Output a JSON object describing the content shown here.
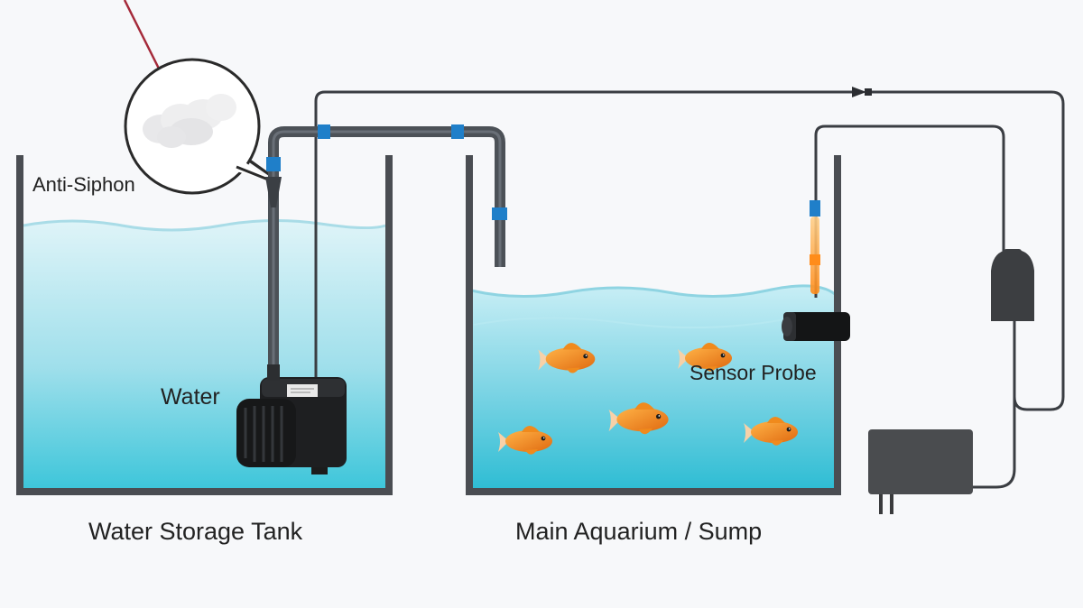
{
  "labels": {
    "storage_tank": "Water Storage Tank",
    "main_aquarium": "Main Aquarium / Sump",
    "anti_siphon": "Anti-Siphon",
    "water": "Water",
    "sensor_probe": "Sensor Probe"
  },
  "colors": {
    "background": "#f7f8fa",
    "tank_wall": "#4a4d52",
    "water_light": "#cfeef5",
    "water_deep": "#3ec6da",
    "tube": "#4c5157",
    "fitting": "#1f7fc9",
    "cable": "#3a3d42",
    "fish": "#f08a1c",
    "probe_glow": "#ff9a2e",
    "pointer": "#a52a3a",
    "device": "#4a4c4f"
  },
  "icons": {
    "pump": "submersible-pump-icon",
    "controller": "controller-plug-icon",
    "sensor": "sensor-probe-icon",
    "fish": "goldfish-icon",
    "callout": "callout-bubble-icon"
  }
}
